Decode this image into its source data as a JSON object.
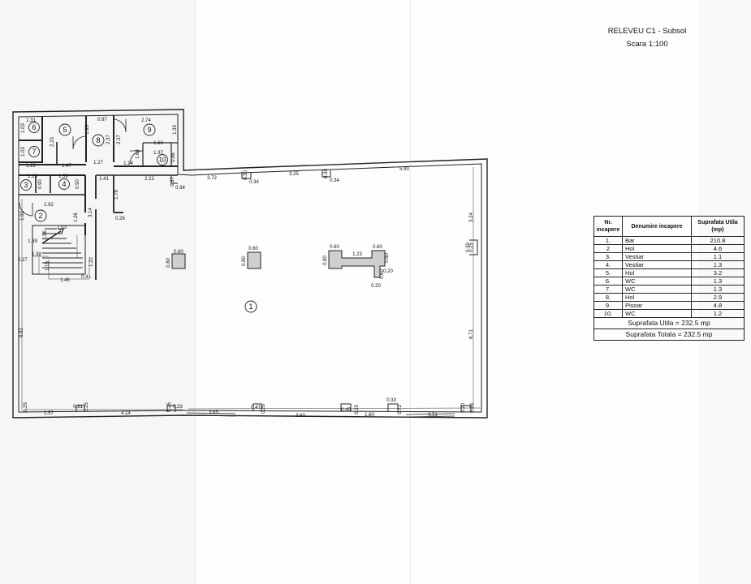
{
  "header": {
    "title": "RELEVEU C1 - Subsol",
    "scale": "Scara 1:100"
  },
  "table": {
    "headers": [
      "Nr. incapere",
      "Denumire incapere",
      "Suprafata Utila (mp)"
    ],
    "rows": [
      [
        "1.",
        "Bar",
        "210.8"
      ],
      [
        "2",
        "Hol",
        "4.6"
      ],
      [
        "3.",
        "Vestiar",
        "1.1"
      ],
      [
        "4.",
        "Vestiar",
        "1.3"
      ],
      [
        "5.",
        "Hol",
        "3.2"
      ],
      [
        "6.",
        "WC",
        "1.3"
      ],
      [
        "7.",
        "WC",
        "1.3"
      ],
      [
        "8.",
        "Hol",
        "2.9"
      ],
      [
        "9.",
        "Pisoar",
        "4.8"
      ],
      [
        "10.",
        "WC",
        "1.2"
      ]
    ],
    "total_useful": "Suprafata Utila = 232.5 mp",
    "total_overall": "Suprafata Totala = 232.5 mp"
  },
  "rooms": [
    "1",
    "2",
    "3",
    "4",
    "5",
    "6",
    "7",
    "8",
    "9",
    "10"
  ],
  "dimensions": {
    "d1_31": "1.31",
    "d1_03a": "1.03",
    "d2_23": "2.23",
    "d1_03b": "1.03",
    "d1_29": "1.29",
    "d1_47a": "1.47",
    "d0_97": "0.97",
    "d1_93": "1.93",
    "d2_37": "2.37",
    "d2_74": "2.74",
    "d1_33a": "1.33",
    "d1_60a": "1.60",
    "d1_37a": "1.37",
    "d1_64": "1.64",
    "d0_86": "0.86",
    "d1_27a": "1.27",
    "d1_14": "1.14",
    "d1_19": "1.19",
    "d0_90a": "0.90",
    "d1_39a": "1.39",
    "d0_90b": "0.90",
    "d1_41": "1.41",
    "d2_22": "2.22",
    "d0_37": "0.37",
    "d0_34a": "0.34",
    "d3_72": "3.72",
    "d0_30a": "0.30",
    "d0_34b": "0.34",
    "d3_25": "3.25",
    "d0_30b": "0.30",
    "d0_34c": "0.34",
    "d5_90": "5.90",
    "d2_92": "2.92",
    "d1_78": "1.78",
    "d1_92": "1.92",
    "d1_53": "1.53",
    "d1_26": "1.26",
    "d3_14": "3.14",
    "d0_26a": "0.26",
    "d3_24": "3.24",
    "d1_39b": "1.39",
    "d1_56": "1.56",
    "d0_27": "0.27",
    "d1_33b": "1.33",
    "d1_15": "1.15",
    "d1_22": "1.22",
    "d1_46": "1.46",
    "d0_41a": "0.41",
    "d0_60a": "0.60",
    "d0_80a": "0.80",
    "d0_60b": "0.60",
    "d0_80b": "0.80",
    "d0_60c": "0.60",
    "d0_60d": "0.60",
    "d0_80c": "0.80",
    "d1_23": "1.23",
    "d0_80d": "0.80",
    "d0_60e": "0.60",
    "d0_20a": "0.20",
    "d0_20b": "0.20",
    "d0_25a": "0.25",
    "d0_30c": "0.30",
    "d0_25b": "0.25",
    "d6_82": "6.82",
    "d6_71": "6.71",
    "d0_25c": "0.25",
    "d2_57": "2.57",
    "d0_31": "0.31",
    "d0_25d": "0.25",
    "d4_14": "4.14",
    "d0_25e": "0.25",
    "d0_33a": "0.33",
    "d3_65": "3.65",
    "d0_41b": "0.41",
    "d0_26b": "0.26",
    "d3_60": "3.60",
    "d0_45": "0.45",
    "d0_25f": "0.25",
    "d1_60b": "1.60",
    "d0_33b": "0.33",
    "d0_72": "0.72",
    "d3_51": "3.51",
    "d0_20c": "0.20",
    "d0_28": "0.28"
  }
}
